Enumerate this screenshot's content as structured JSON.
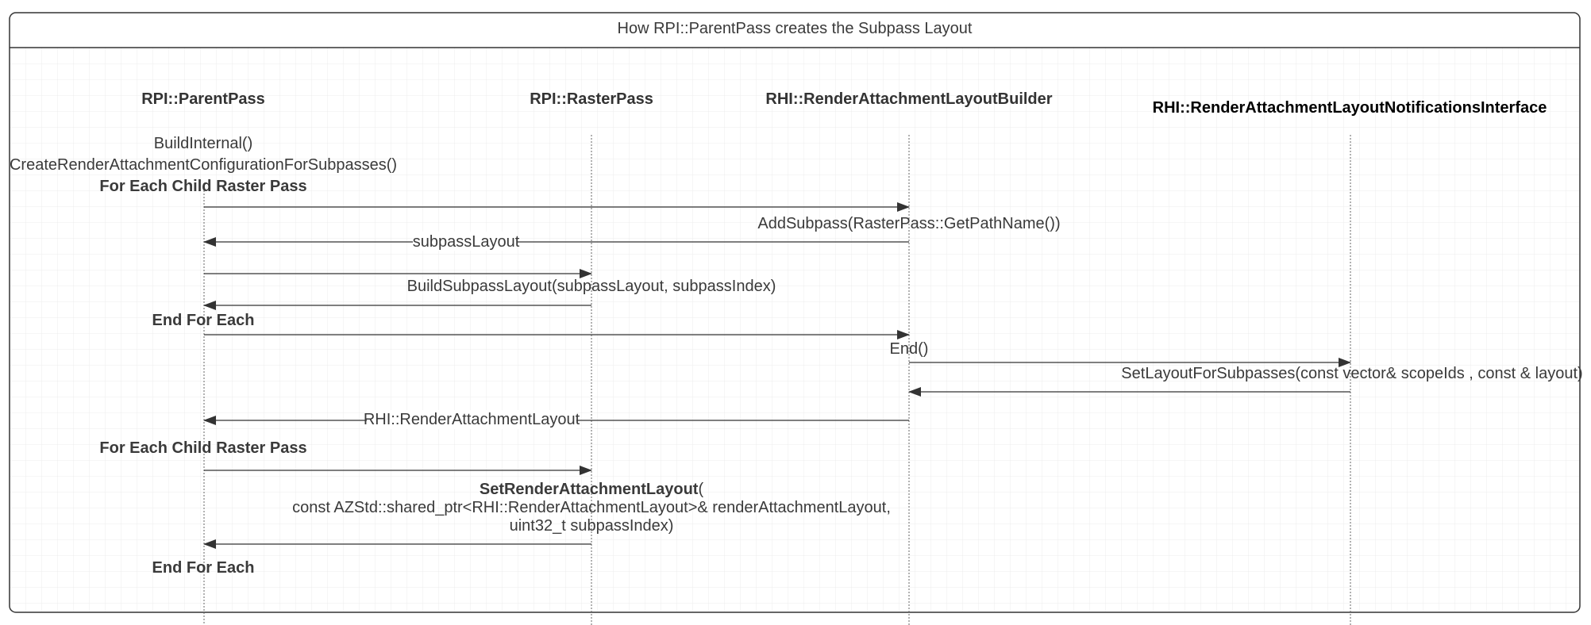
{
  "title": "How RPI::ParentPass creates the Subpass Layout",
  "participants": [
    {
      "id": "parent",
      "label": "RPI::ParentPass"
    },
    {
      "id": "raster",
      "label": "RPI::RasterPass"
    },
    {
      "id": "builder",
      "label": "RHI::RenderAttachmentLayoutBuilder"
    },
    {
      "id": "notif",
      "label": "RHI::RenderAttachmentLayoutNotificationsInterface"
    }
  ],
  "notes": {
    "build_internal": "BuildInternal()",
    "create_config": "CreateRenderAttachmentConfigurationForSubpasses()",
    "for_each_1": "For Each Child Raster Pass",
    "end_for_each_1": "End For Each",
    "for_each_2": "For Each Child Raster Pass",
    "end_for_each_2": "End For Each"
  },
  "messages": {
    "add_subpass": "AddSubpass(RasterPass::GetPathName())",
    "subpass_layout": "subpassLayout",
    "build_subpass_layout": "BuildSubpassLayout(subpassLayout, subpassIndex)",
    "end": "End()",
    "set_layout_for_subpasses": "SetLayoutForSubpasses(const vector& scopeIds , const & layout)",
    "rhi_layout": "RHI::RenderAttachmentLayout",
    "set_ral_name": "SetRenderAttachmentLayout",
    "set_ral_paren": "(",
    "set_ral_line2": "const AZStd::shared_ptr<RHI::RenderAttachmentLayout>& renderAttachmentLayout,",
    "set_ral_line3": "uint32_t subpassIndex)"
  },
  "colors": {
    "frame": "#333333",
    "grid": "#e2e2e2",
    "lifeline": "#666666",
    "arrow": "#333333",
    "text": "#3a3a3a"
  }
}
